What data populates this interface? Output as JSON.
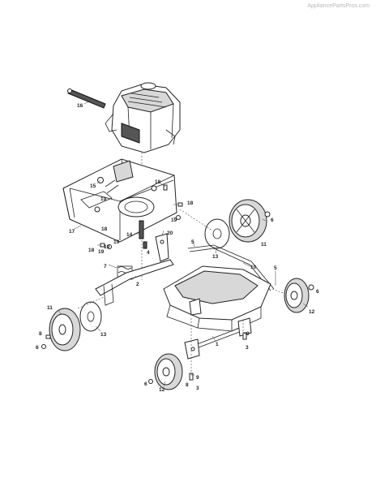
{
  "watermark": "AppliancePartsPros.com",
  "callouts": [
    {
      "id": "c16",
      "label": "16"
    },
    {
      "id": "c18a",
      "label": "18"
    },
    {
      "id": "c15",
      "label": "15"
    },
    {
      "id": "c19a",
      "label": "19"
    },
    {
      "id": "c18b",
      "label": "18"
    },
    {
      "id": "c19b",
      "label": "19"
    },
    {
      "id": "c17",
      "label": "17"
    },
    {
      "id": "c18c",
      "label": "18"
    },
    {
      "id": "c14",
      "label": "14"
    },
    {
      "id": "c19c",
      "label": "19"
    },
    {
      "id": "c19d",
      "label": "19"
    },
    {
      "id": "c20",
      "label": "20"
    },
    {
      "id": "c4",
      "label": "4"
    },
    {
      "id": "c18d",
      "label": "18"
    },
    {
      "id": "c19e",
      "label": "19"
    },
    {
      "id": "c5a",
      "label": "5"
    },
    {
      "id": "c13a",
      "label": "13"
    },
    {
      "id": "c6a",
      "label": "6"
    },
    {
      "id": "c11a",
      "label": "11"
    },
    {
      "id": "c7",
      "label": "7"
    },
    {
      "id": "c2",
      "label": "2"
    },
    {
      "id": "c10",
      "label": "10"
    },
    {
      "id": "c5b",
      "label": "5"
    },
    {
      "id": "c6b",
      "label": "6"
    },
    {
      "id": "c12a",
      "label": "12"
    },
    {
      "id": "c11b",
      "label": "11"
    },
    {
      "id": "c8a",
      "label": "8"
    },
    {
      "id": "c6c",
      "label": "6"
    },
    {
      "id": "c13b",
      "label": "13"
    },
    {
      "id": "c1",
      "label": "1"
    },
    {
      "id": "c9a",
      "label": "9"
    },
    {
      "id": "c3a",
      "label": "3"
    },
    {
      "id": "c9b",
      "label": "9"
    },
    {
      "id": "c3b",
      "label": "3"
    },
    {
      "id": "c6d",
      "label": "6"
    },
    {
      "id": "c12b",
      "label": "12"
    },
    {
      "id": "c8b",
      "label": "8"
    }
  ]
}
